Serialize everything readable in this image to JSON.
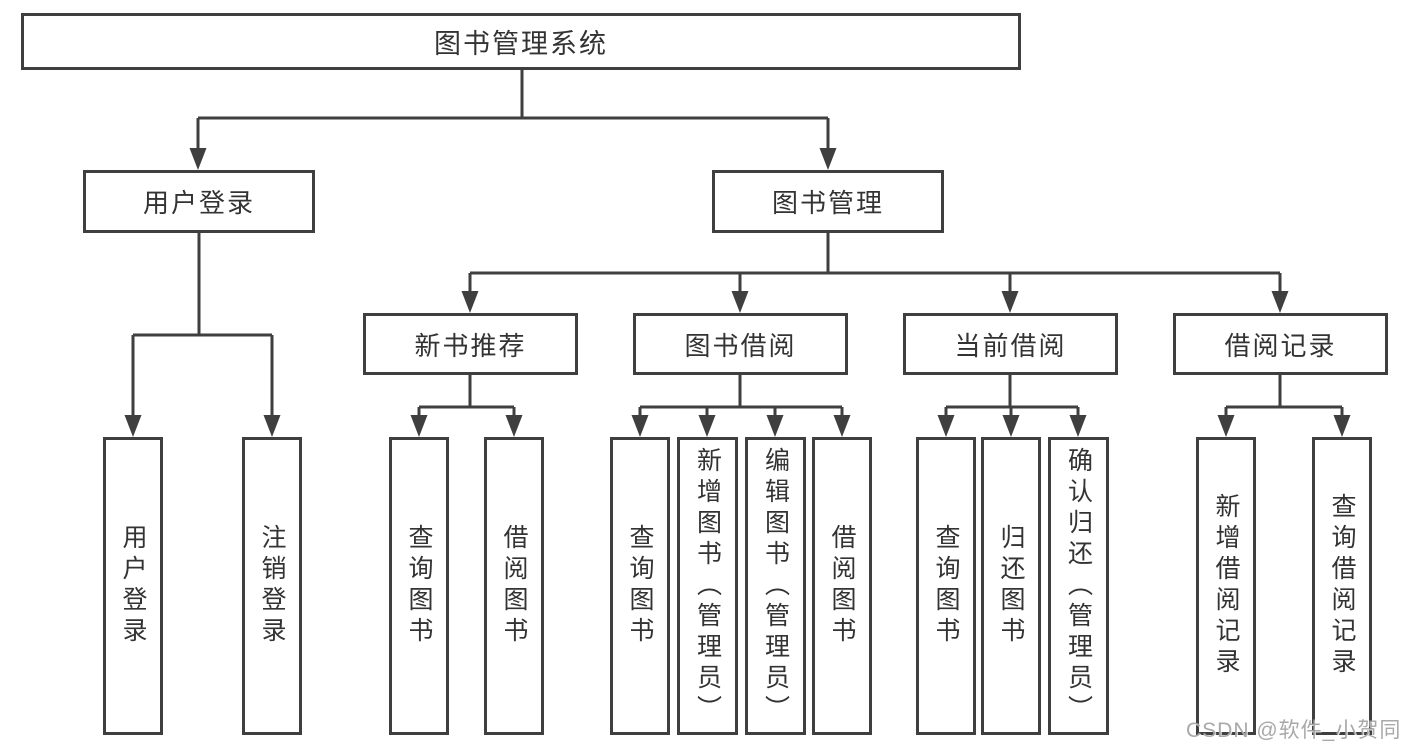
{
  "diagram": {
    "root": {
      "label": "图书管理系统"
    },
    "branches": [
      {
        "label": "用户登录",
        "children": [
          {
            "label": "用户登录"
          },
          {
            "label": "注销登录"
          }
        ]
      },
      {
        "label": "图书管理",
        "children": [
          {
            "label": "新书推荐",
            "children": [
              {
                "label": "查询图书"
              },
              {
                "label": "借阅图书"
              }
            ]
          },
          {
            "label": "图书借阅",
            "children": [
              {
                "label": "查询图书"
              },
              {
                "label": "新增图书（管理员）"
              },
              {
                "label": "编辑图书（管理员）"
              },
              {
                "label": "借阅图书"
              }
            ]
          },
          {
            "label": "当前借阅",
            "children": [
              {
                "label": "查询图书"
              },
              {
                "label": "归还图书"
              },
              {
                "label": "确认归还（管理员）"
              }
            ]
          },
          {
            "label": "借阅记录",
            "children": [
              {
                "label": "新增借阅记录"
              },
              {
                "label": "查询借阅记录"
              }
            ]
          }
        ]
      }
    ]
  },
  "watermark": {
    "text": "CSDN @软件_小贺同学"
  },
  "colors": {
    "line": "#3f3f3f",
    "box_border": "#3f3f3f",
    "text": "#333333",
    "watermark": "#a2a2a2",
    "background": "#ffffff"
  }
}
